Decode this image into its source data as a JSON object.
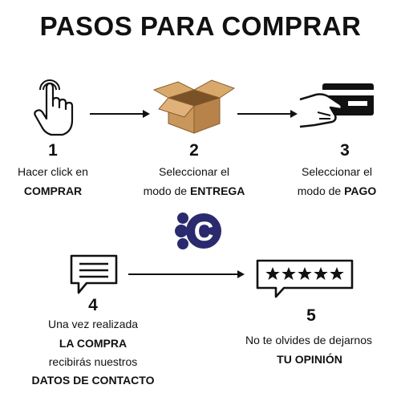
{
  "title": "PASOS PARA COMPRAR",
  "steps": [
    {
      "number": "1",
      "line1": "Hacer click en",
      "line2_bold": "COMPRAR",
      "icon": "hand-pointer-icon"
    },
    {
      "number": "2",
      "line1": "Seleccionar  el",
      "line2_prefix": "modo de ",
      "line2_bold": "ENTREGA",
      "icon": "open-box-icon"
    },
    {
      "number": "3",
      "line1": "Seleccionar  el",
      "line2_prefix": "modo de ",
      "line2_bold": "PAGO",
      "icon": "hand-card-icon"
    },
    {
      "number": "4",
      "line1": "Una vez realizada",
      "line2_bold": "LA COMPRA",
      "line3": "recibirás nuestros",
      "line4_bold": "DATOS DE CONTACTO",
      "icon": "message-bubble-icon"
    },
    {
      "number": "5",
      "line1": "No te olvides de dejarnos",
      "line2_bold": "TU OPINIÓN",
      "icon": "five-star-review-icon"
    }
  ],
  "logo": {
    "letter": "C",
    "color": "#2b2a6e"
  },
  "colors": {
    "text": "#111111",
    "box": "#c9965c",
    "box_dark": "#8a5e2e"
  }
}
